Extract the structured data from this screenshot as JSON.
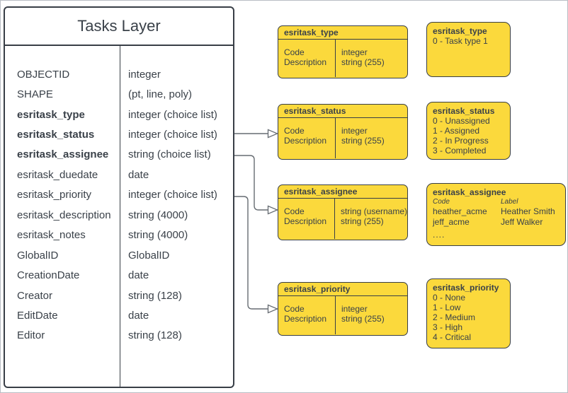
{
  "colors": {
    "yellow": "#FBD93C",
    "border": "#383E46",
    "text": "#3A4149",
    "line": "#666C72",
    "frame": "#B9BEC4"
  },
  "tasks_layer": {
    "title": "Tasks Layer",
    "fields": [
      {
        "name": "OBJECTID",
        "type": "integer",
        "bold": false
      },
      {
        "name": "SHAPE",
        "type": "(pt, line, poly)",
        "bold": false
      },
      {
        "name": "esritask_type",
        "type": "integer (choice list)",
        "bold": true
      },
      {
        "name": "esritask_status",
        "type": "integer (choice list)",
        "bold": true
      },
      {
        "name": "esritask_assignee",
        "type": "string (choice list)",
        "bold": true
      },
      {
        "name": "esritask_duedate",
        "type": "date",
        "bold": false
      },
      {
        "name": "esritask_priority",
        "type": "integer (choice list)",
        "bold": false
      },
      {
        "name": "esritask_description",
        "type": "string (4000)",
        "bold": false
      },
      {
        "name": "esritask_notes",
        "type": "string (4000)",
        "bold": false
      },
      {
        "name": "GlobalID",
        "type": "GlobalID",
        "bold": false
      },
      {
        "name": "CreationDate",
        "type": "date",
        "bold": false
      },
      {
        "name": "Creator",
        "type": "string (128)",
        "bold": false
      },
      {
        "name": "EditDate",
        "type": "date",
        "bold": false
      },
      {
        "name": "Editor",
        "type": "string (128)",
        "bold": false
      }
    ]
  },
  "domain_tables": [
    {
      "title": "esritask_type",
      "rows": [
        [
          "Code",
          "integer"
        ],
        [
          "Description",
          "string (255)"
        ]
      ]
    },
    {
      "title": "esritask_status",
      "rows": [
        [
          "Code",
          "integer"
        ],
        [
          "Description",
          "string (255)"
        ]
      ]
    },
    {
      "title": "esritask_assignee",
      "rows": [
        [
          "Code",
          "string (username)"
        ],
        [
          "Description",
          "string (255)"
        ]
      ]
    },
    {
      "title": "esritask_priority",
      "rows": [
        [
          "Code",
          "integer"
        ],
        [
          "Description",
          "string (255)"
        ]
      ]
    }
  ],
  "value_boxes": [
    {
      "title": "esritask_type",
      "items": [
        "0 - Task type 1"
      ]
    },
    {
      "title": "esritask_status",
      "items": [
        "0 - Unassigned",
        "1 - Assigned",
        "2 - In Progress",
        "3 - Completed"
      ]
    },
    {
      "title": "esritask_assignee",
      "columns": [
        "Code",
        "Label"
      ],
      "rows": [
        [
          "heather_acme",
          "Heather Smith"
        ],
        [
          "jeff_acme",
          "Jeff Walker"
        ]
      ],
      "more": "...."
    },
    {
      "title": "esritask_priority",
      "items": [
        "0 - None",
        "1 - Low",
        "2 - Medium",
        "3 - High",
        "4 - Critical"
      ]
    }
  ]
}
